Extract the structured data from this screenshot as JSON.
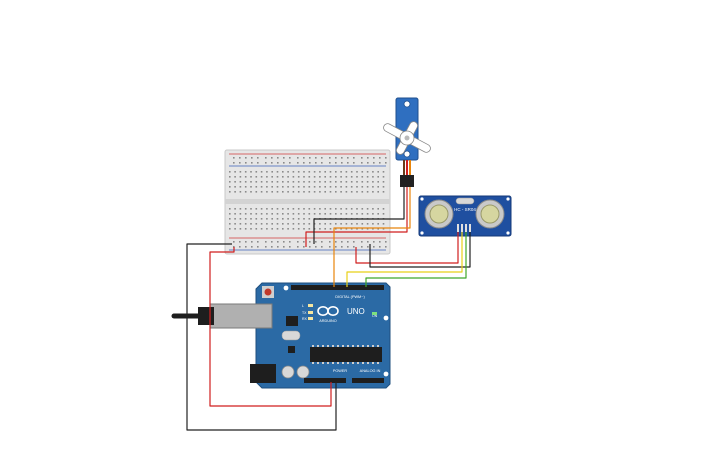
{
  "colors": {
    "background": "#ffffff",
    "breadboard_body": "#e6e6e6",
    "breadboard_hole": "#8a8a8a",
    "rail_red": "#d23a3a",
    "rail_blue": "#3a5fb8",
    "arduino_board": "#2b6aa5",
    "arduino_dark": "#1f4f7e",
    "servo_body": "#2f6fc0",
    "sensor_board": "#1f4fa0",
    "wire_red": "#d01f1f",
    "wire_black": "#222222",
    "wire_orange": "#e8850c",
    "wire_yellow": "#e8d018",
    "wire_green": "#3fa62a",
    "wire_brown": "#6b3a1a"
  },
  "arduino": {
    "label_uno": "UNO",
    "label_brand": "ARDUINO",
    "label_digital": "DIGITAL (PWM~)",
    "label_power": "POWER",
    "label_analog": "ANALOG IN",
    "label_tx": "TX",
    "label_rx": "RX",
    "label_l": "L",
    "label_on": "ON"
  },
  "sensor": {
    "label": "HC - SR04"
  },
  "icons": {
    "arduino_logo": "infinity-logo-icon",
    "servo_horn": "servo-horn-icon"
  }
}
